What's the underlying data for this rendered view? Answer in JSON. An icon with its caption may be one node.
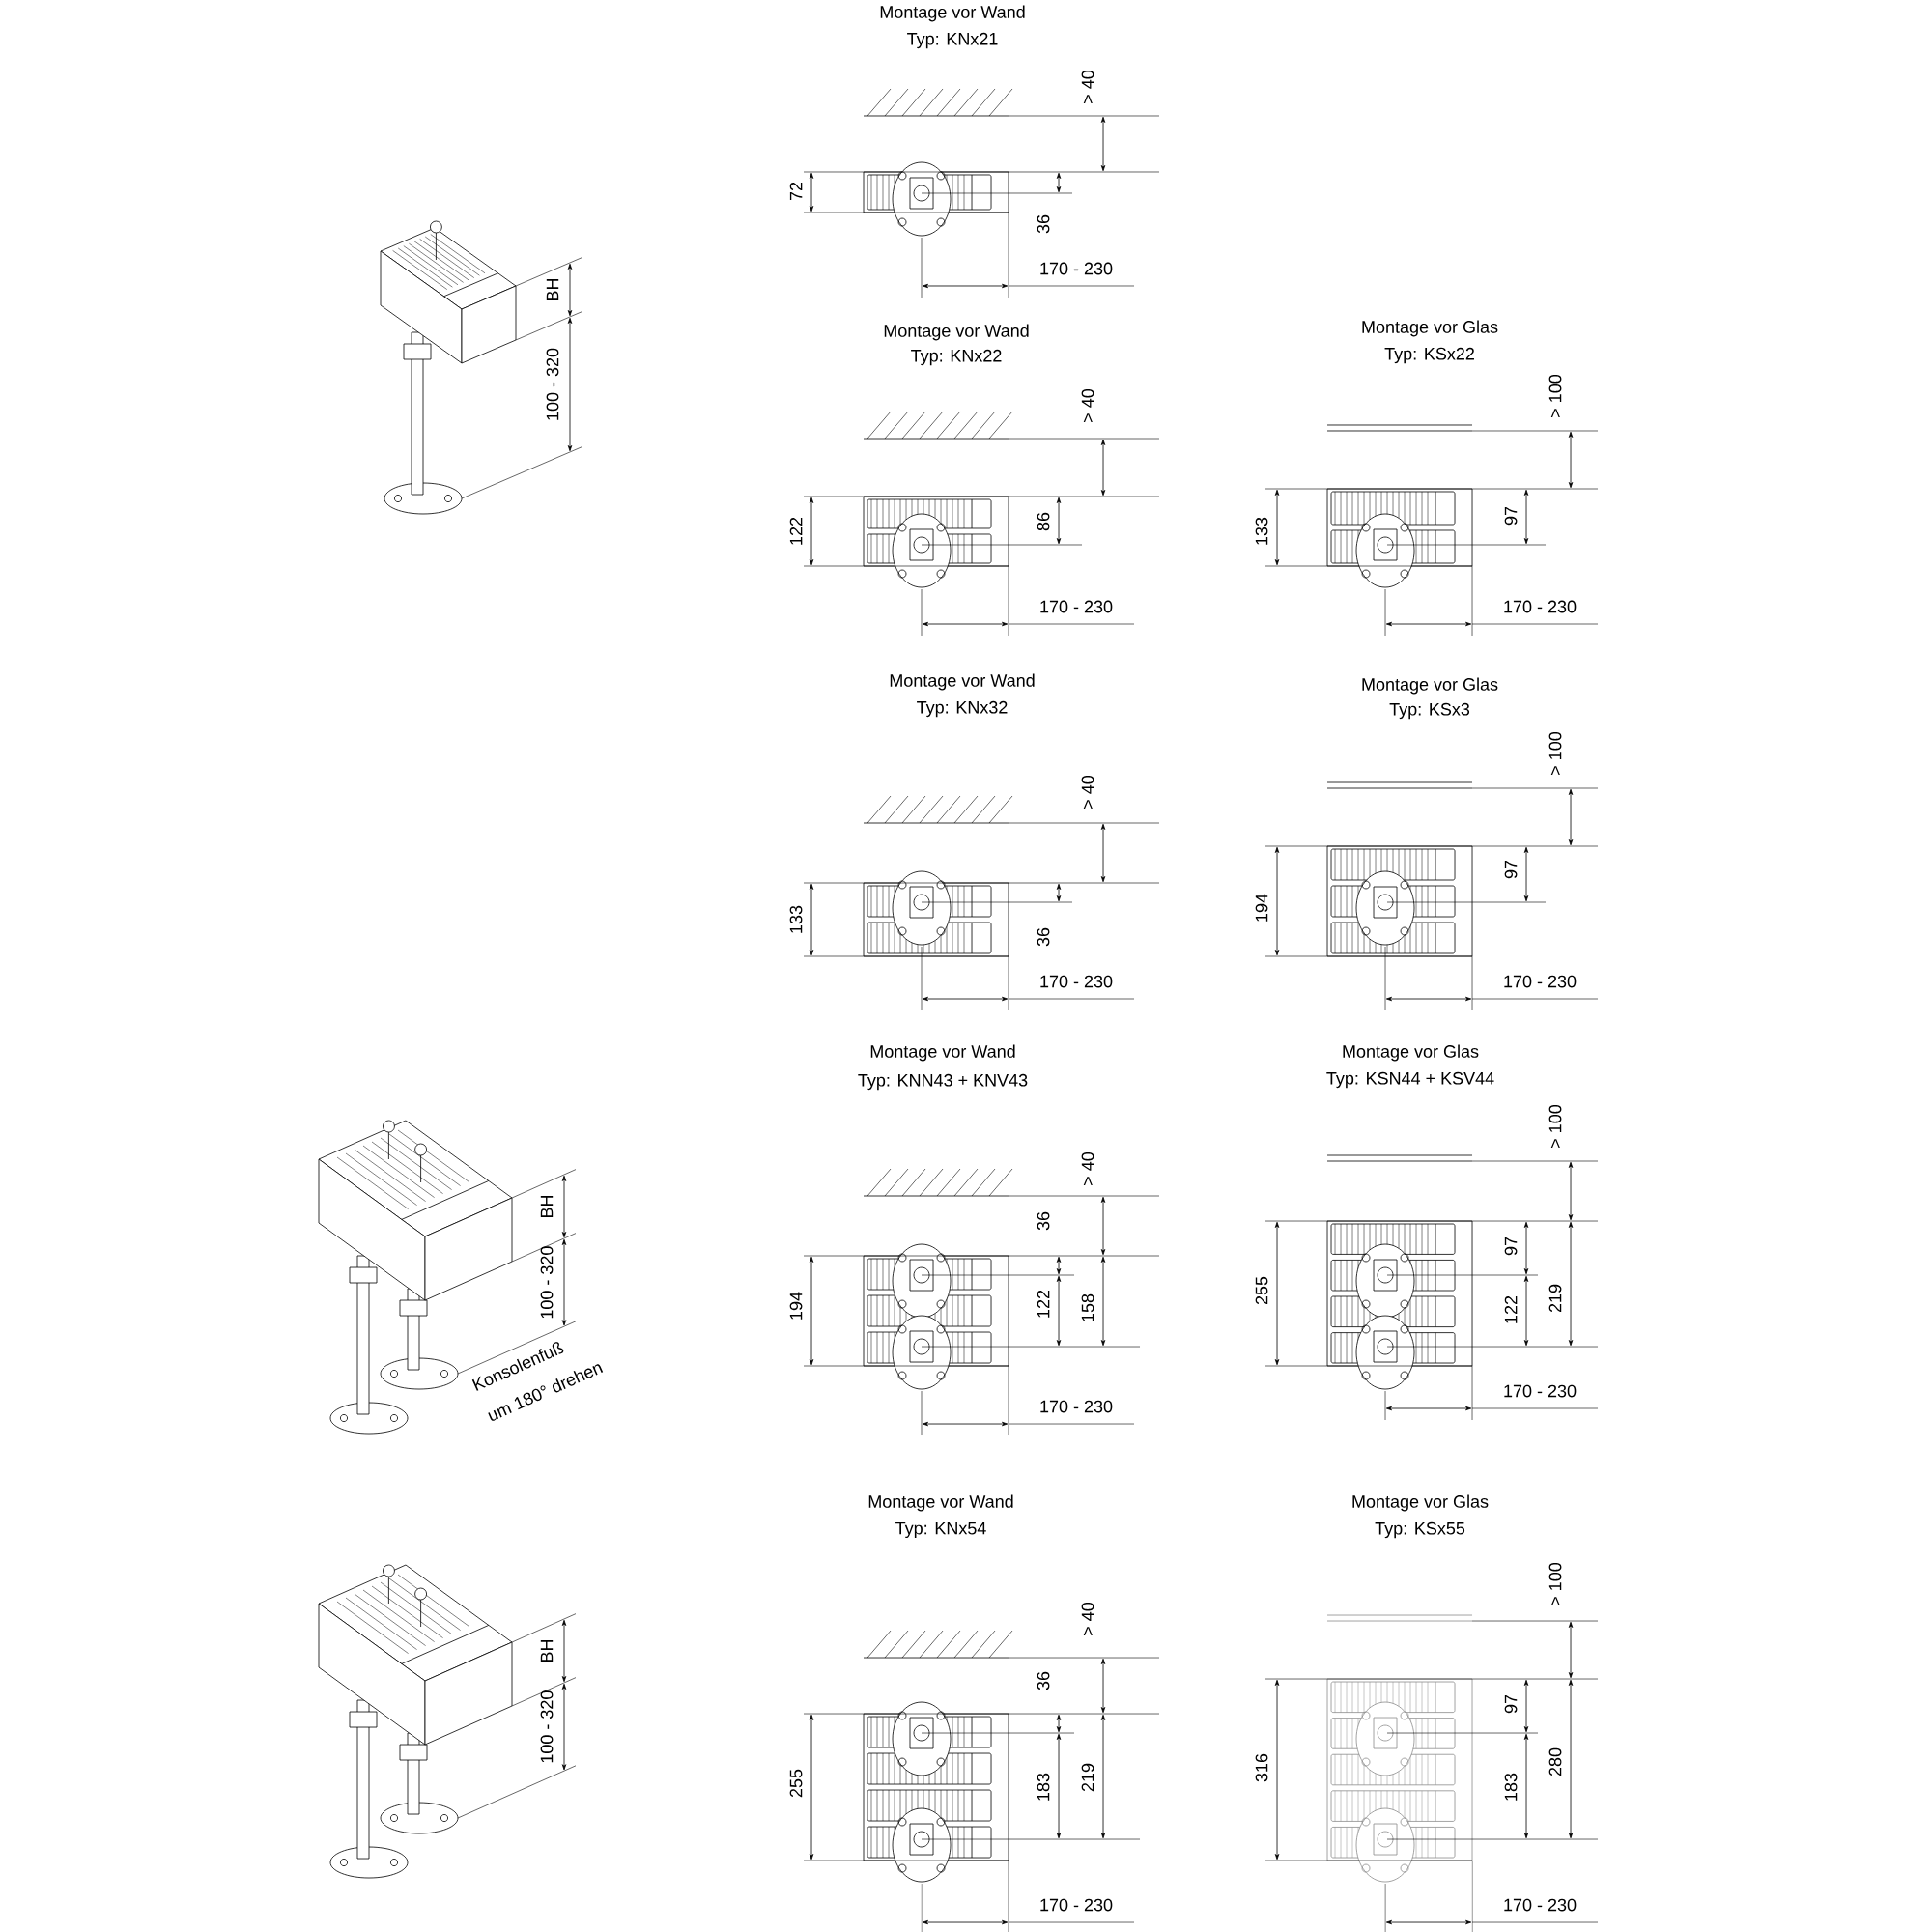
{
  "diagram": {
    "labels": [
      "Montage vor Wand",
      "Typ: KNx21",
      "> 40",
      "72",
      "36",
      "170 - 230",
      "BH",
      "100 - 320",
      "Montage vor Wand",
      "Typ: KNx22",
      "> 40",
      "122",
      "86",
      "170 - 230",
      "Montage vor Glas",
      "Typ: KSx22",
      "> 100",
      "133",
      "97",
      "170 - 230",
      "Montage vor Wand",
      "Typ: KNx32",
      "> 40",
      "133",
      "36",
      "170 - 230",
      "Montage vor Glas",
      "Typ: KSx3",
      "> 100",
      "194",
      "97",
      "170 - 230",
      "BH",
      "100 - 320",
      "Konsolenfuß",
      "um 180° drehen",
      "Montage vor Wand",
      "Typ: KNN43 + KNV43",
      "> 40",
      "36",
      "194",
      "122",
      "158",
      "170 - 230",
      "Montage vor Glas",
      "Typ: KSN44 + KSV44",
      "> 100",
      "97",
      "255",
      "122",
      "219",
      "170 - 230",
      "BH",
      "100 - 320",
      "Montage vor Wand",
      "Typ: KNx54",
      "> 40",
      "36",
      "255",
      "183",
      "219",
      "170 - 230",
      "Montage vor Glas",
      "Typ: KSx55",
      "> 100",
      "97",
      "316",
      "183",
      "280",
      "170 - 230"
    ]
  }
}
